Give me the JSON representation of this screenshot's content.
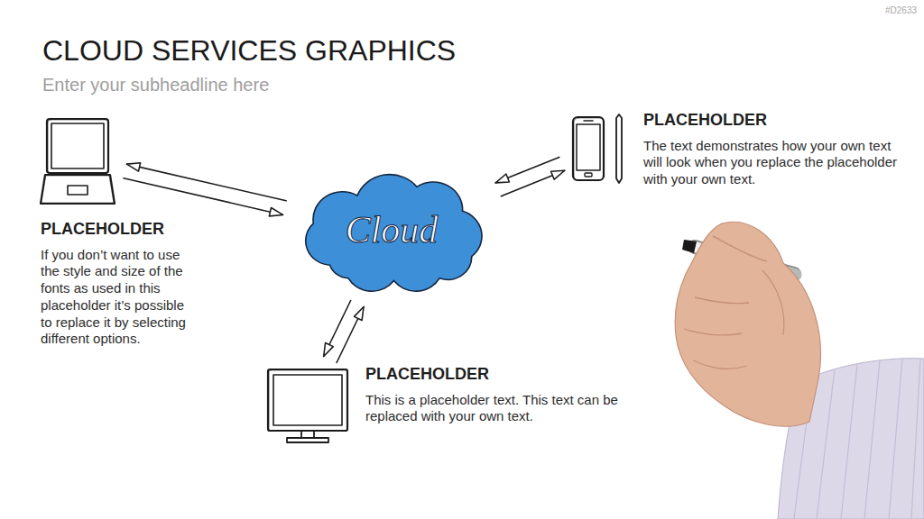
{
  "diagram": {
    "title": "CLOUD SERVICES GRAPHICS",
    "nodes": [
      {
        "text": [
          "PLACEHOLDER",
          "If you don’t want to use the style and size of the fonts as used in this placeholder it’s possible to replace it by selecting different options."
        ]
      },
      {
        "text": [
          "PLACEHOLDER",
          "The text demonstrates how your own text will look when you replace the placeholder with your own text."
        ]
      },
      {
        "text": [
          "Cloud"
        ]
      },
      {
        "text": [
          "PLACEHOLDER",
          "This is a placeholder text. This text can be replaced with your own text."
        ]
      }
    ],
    "edges": [
      {
        "from": 2,
        "to": 0,
        "arrow": "to"
      },
      {
        "from": 0,
        "to": 2,
        "arrow": "to"
      },
      {
        "from": 2,
        "to": 1,
        "arrow": "to"
      },
      {
        "from": 1,
        "to": 2,
        "arrow": "to"
      },
      {
        "from": 2,
        "to": 3,
        "arrow": "to"
      },
      {
        "from": 3,
        "to": 2,
        "arrow": "to"
      }
    ],
    "labels": [
      "Enter your subheadline here",
      "#D2633"
    ]
  }
}
